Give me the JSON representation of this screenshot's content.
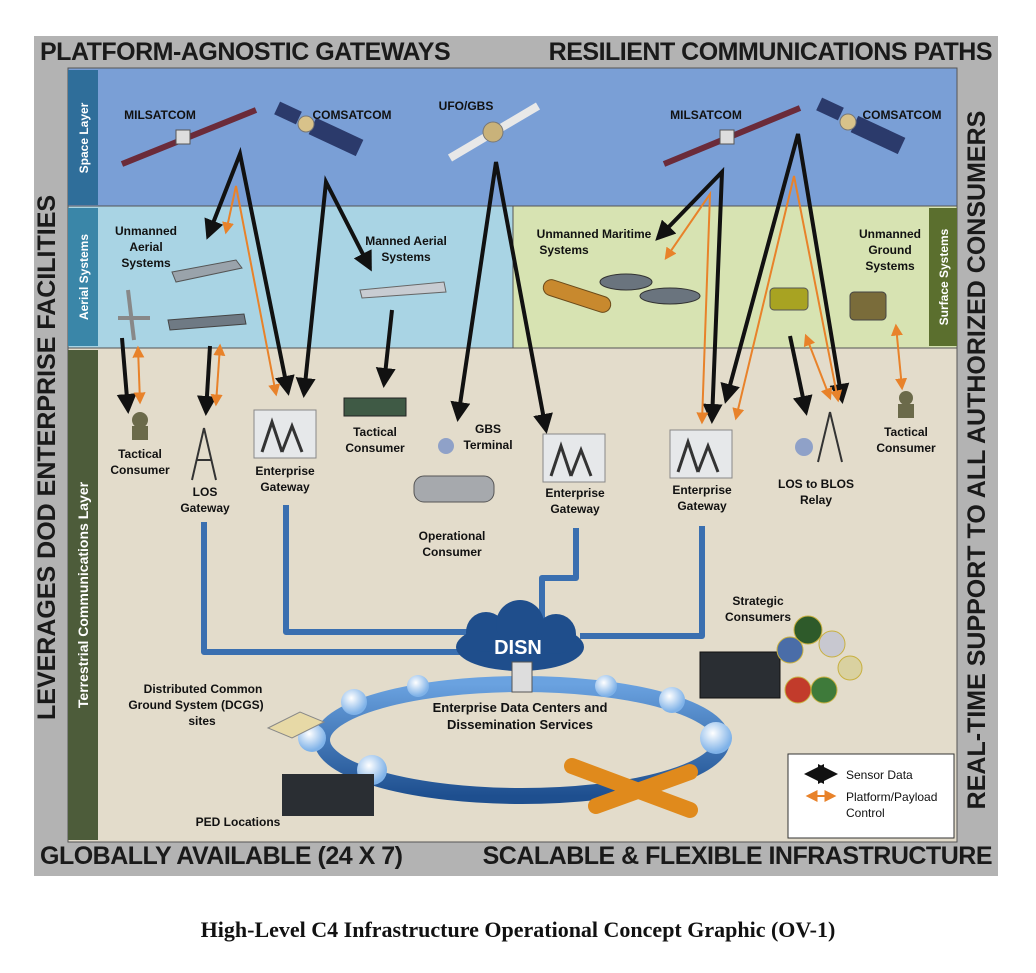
{
  "banners": {
    "top_left": "PLATFORM-AGNOSTIC GATEWAYS",
    "top_right": "RESILIENT COMMUNICATIONS PATHS",
    "bottom_left": "GLOBALLY AVAILABLE (24 X 7)",
    "bottom_right": "SCALABLE & FLEXIBLE INFRASTRUCTURE",
    "left": "LEVERAGES DOD ENTERPRISE FACILITIES",
    "right": "REAL-TIME SUPPORT TO ALL AUTHORIZED CONSUMERS"
  },
  "layers": {
    "space": "Space Layer",
    "aerial": "Aerial Systems",
    "terrestrial": "Terrestrial Communications Layer",
    "surface": "Surface Systems"
  },
  "labels": {
    "milsatcom_1": "MILSATCOM",
    "comsatcom_1": "COMSATCOM",
    "ufo_gbs": "UFO/GBS",
    "milsatcom_2": "MILSATCOM",
    "comsatcom_2": "COMSATCOM",
    "uas": [
      "Unmanned",
      "Aerial",
      "Systems"
    ],
    "manned": [
      "Manned Aerial",
      "Systems"
    ],
    "ums": [
      "Unmanned Maritime",
      "Systems"
    ],
    "ugs": [
      "Unmanned",
      "Ground",
      "Systems"
    ],
    "tactical_consumer_1": [
      "Tactical",
      "Consumer"
    ],
    "los_gateway": [
      "LOS",
      "Gateway"
    ],
    "enterprise_gateway_1": [
      "Enterprise",
      "Gateway"
    ],
    "tactical_consumer_2": [
      "Tactical",
      "Consumer"
    ],
    "gbs_terminal": [
      "GBS",
      "Terminal"
    ],
    "operational_consumer": [
      "Operational",
      "Consumer"
    ],
    "enterprise_gateway_2": [
      "Enterprise",
      "Gateway"
    ],
    "enterprise_gateway_3": [
      "Enterprise",
      "Gateway"
    ],
    "los_blos": [
      "LOS to BLOS",
      "Relay"
    ],
    "tactical_consumer_3": [
      "Tactical",
      "Consumer"
    ],
    "disn": "DISN",
    "strategic": [
      "Strategic",
      "Consumers"
    ],
    "dcgs": [
      "Distributed Common",
      "Ground System (DCGS)",
      "sites"
    ],
    "data_centers": [
      "Enterprise Data Centers and",
      "Dissemination Services"
    ],
    "ped": "PED Locations"
  },
  "legend": {
    "sensor": "Sensor Data",
    "platform": [
      "Platform/Payload",
      "Control"
    ]
  },
  "caption": "High-Level C4 Infrastructure Operational Concept Graphic (OV-1)",
  "colors": {
    "space": "#7a9fd6",
    "aerial": "#a9d4e4",
    "surface": "#d7e3b2",
    "terrestrial": "#e3dccb",
    "pipe": "#3a6fb0",
    "orange": "#e8822a",
    "sidebar": "#2f6e9a"
  }
}
